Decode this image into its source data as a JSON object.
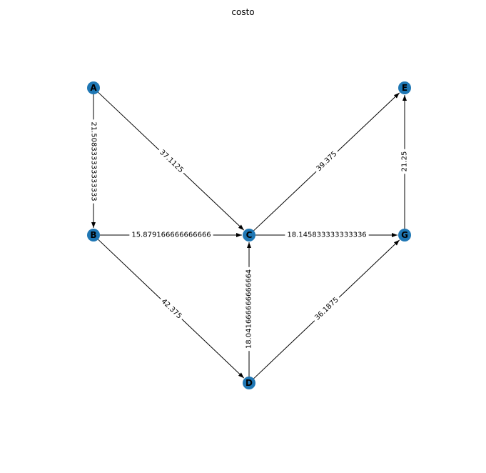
{
  "title": "costo",
  "colors": {
    "node": "#1f77b4",
    "edge": "#000000",
    "background": "#ffffff"
  },
  "nodes": [
    {
      "id": "A",
      "label": "A"
    },
    {
      "id": "B",
      "label": "B"
    },
    {
      "id": "C",
      "label": "C"
    },
    {
      "id": "D",
      "label": "D"
    },
    {
      "id": "E",
      "label": "E"
    },
    {
      "id": "G",
      "label": "G"
    }
  ],
  "edges": [
    {
      "from": "A",
      "to": "B",
      "label": "21.508333333333333"
    },
    {
      "from": "A",
      "to": "C",
      "label": "37.1125"
    },
    {
      "from": "B",
      "to": "C",
      "label": "15.879166666666666"
    },
    {
      "from": "B",
      "to": "D",
      "label": "42.375"
    },
    {
      "from": "D",
      "to": "C",
      "label": "18.041666666666664"
    },
    {
      "from": "C",
      "to": "E",
      "label": "39.375"
    },
    {
      "from": "C",
      "to": "G",
      "label": "18.145833333333336"
    },
    {
      "from": "D",
      "to": "G",
      "label": "36.1875"
    },
    {
      "from": "G",
      "to": "E",
      "label": "21.25"
    }
  ]
}
